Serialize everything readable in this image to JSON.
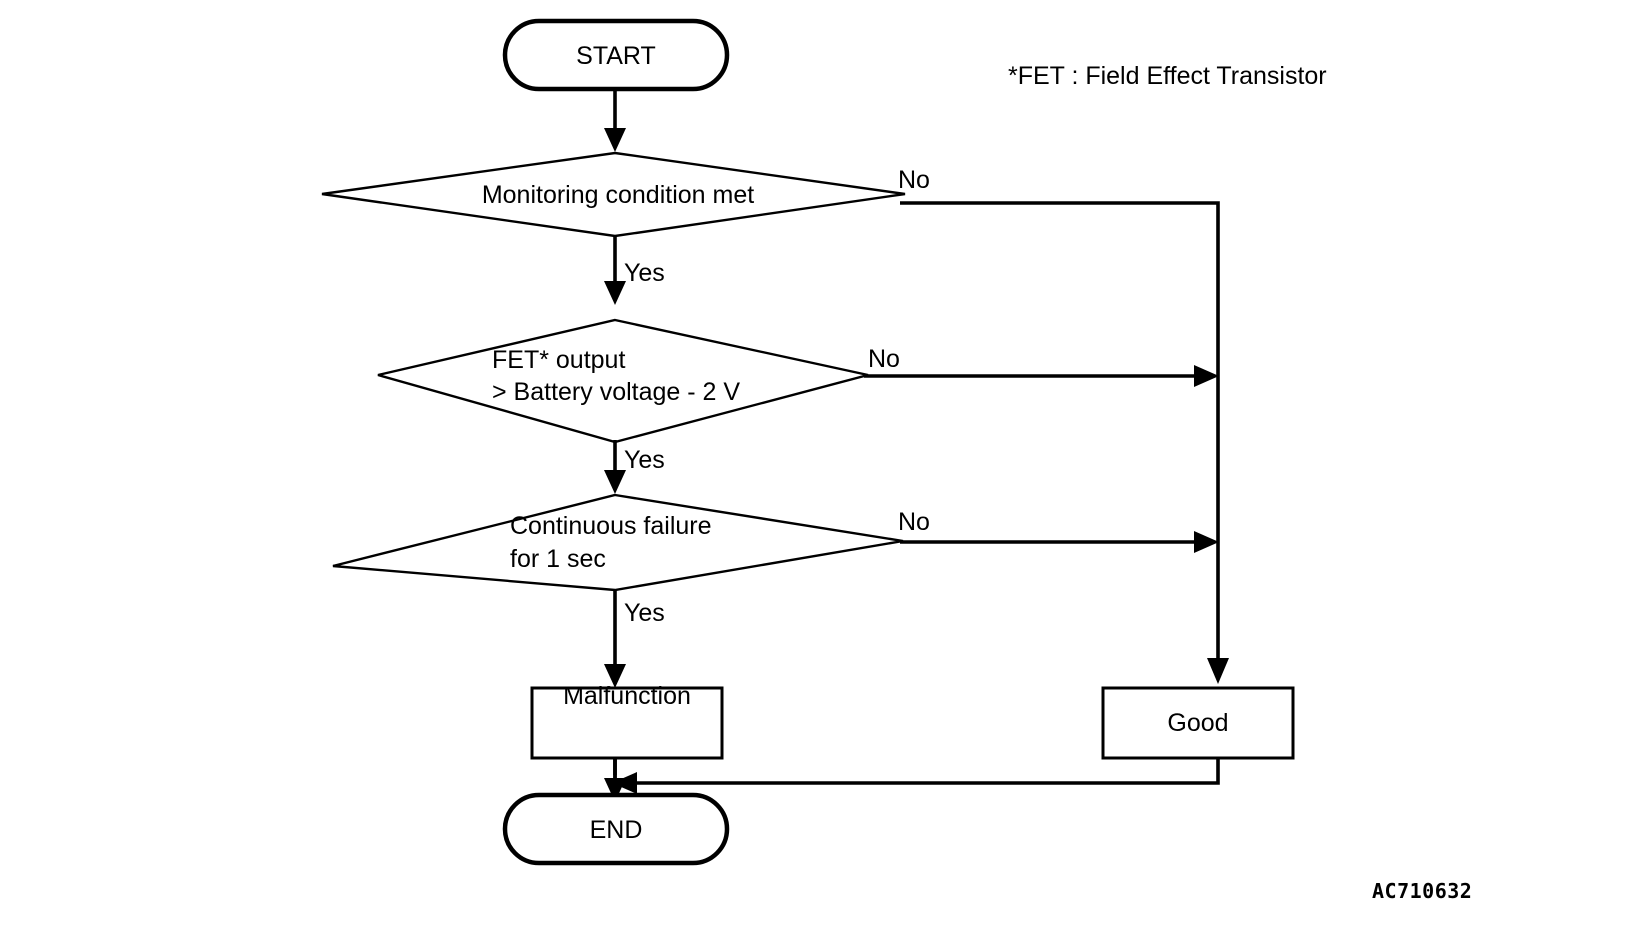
{
  "diagram": {
    "type": "flowchart",
    "title": "FET output monitoring logic flowchart",
    "note": "*FET : Field Effect Transistor",
    "figure_code": "AC710632",
    "nodes": {
      "start": {
        "label": "START",
        "shape": "terminator"
      },
      "decision_1": {
        "label": "Monitoring condition met",
        "shape": "decision"
      },
      "decision_2_line_1": {
        "label": "FET* output",
        "shape": "decision"
      },
      "decision_2_line_2": {
        "label": "> Battery voltage - 2 V",
        "shape": "decision"
      },
      "decision_3_line_1": {
        "label": "Continuous failure",
        "shape": "decision"
      },
      "decision_3_line_2": {
        "label": "for 1 sec",
        "shape": "decision"
      },
      "malfunction": {
        "label": "Malfunction",
        "shape": "process"
      },
      "good": {
        "label": "Good",
        "shape": "process"
      },
      "end": {
        "label": "END",
        "shape": "terminator"
      }
    },
    "branch_labels": {
      "yes_1": "Yes",
      "yes_2": "Yes",
      "yes_3": "Yes",
      "no_1": "No",
      "no_2": "No",
      "no_3": "No"
    },
    "colors": {
      "stroke": "#000000",
      "fill": "#ffffff",
      "background": "#ffffff"
    }
  }
}
